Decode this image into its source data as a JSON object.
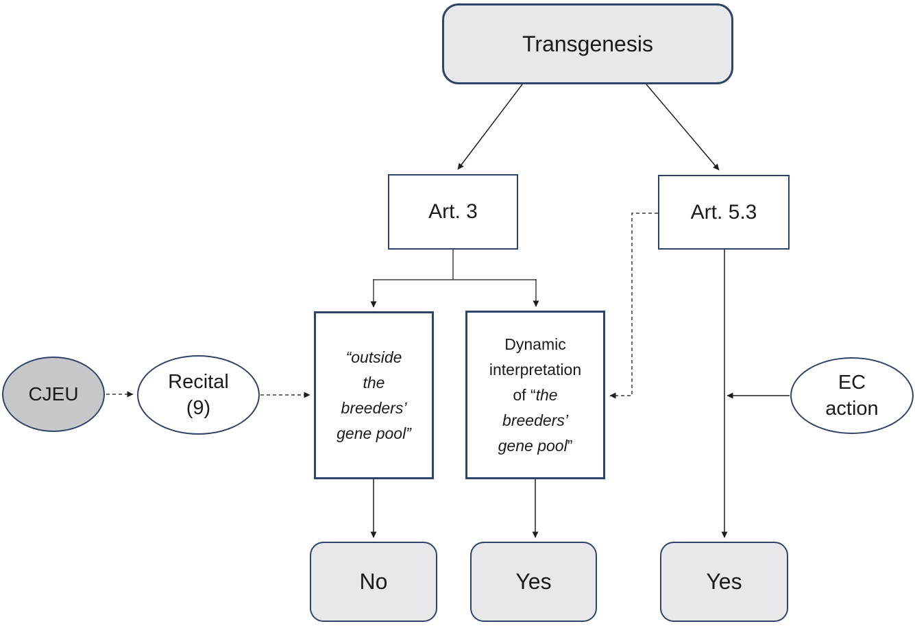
{
  "nodes": {
    "transgenesis": {
      "label": "Transgenesis"
    },
    "art3": {
      "label": "Art. 3"
    },
    "art53": {
      "label": "Art. 5.3"
    },
    "outside": {
      "lines": [
        "“outside",
        "the",
        "breeders’",
        "gene pool”"
      ]
    },
    "dynamic": {
      "line1": "Dynamic",
      "line2": "interpretation",
      "line3_prefix": "of “",
      "line3_italic": "the",
      "line4_italic": "breeders’",
      "line5_italic": "gene pool",
      "line5_suffix": "”"
    },
    "cjeu": {
      "label": "CJEU"
    },
    "recital": {
      "lines": [
        "Recital",
        "(9)"
      ]
    },
    "ec": {
      "lines": [
        "EC",
        "action"
      ]
    },
    "no": {
      "label": "No"
    },
    "yes_center": {
      "label": "Yes"
    },
    "yes_right": {
      "label": "Yes"
    }
  },
  "edges": [
    {
      "id": "transgenesis-art3",
      "from": "Transgenesis",
      "to": "Art. 3",
      "style": "solid-arrow"
    },
    {
      "id": "transgenesis-art53",
      "from": "Transgenesis",
      "to": "Art. 5.3",
      "style": "solid-arrow"
    },
    {
      "id": "art3-outside",
      "from": "Art. 3",
      "to": "“outside the breeders’ gene pool”",
      "style": "solid-arrow"
    },
    {
      "id": "art3-dynamic",
      "from": "Art. 3",
      "to": "Dynamic interpretation of “the breeders’ gene pool”",
      "style": "solid-arrow"
    },
    {
      "id": "outside-no",
      "from": "“outside the breeders’ gene pool”",
      "to": "No",
      "style": "solid-arrow"
    },
    {
      "id": "dynamic-yes",
      "from": "Dynamic interpretation of “the breeders’ gene pool”",
      "to": "Yes",
      "style": "solid-arrow"
    },
    {
      "id": "art53-yes",
      "from": "Art. 5.3",
      "to": "Yes",
      "style": "solid-arrow"
    },
    {
      "id": "cjeu-recital",
      "from": "CJEU",
      "to": "Recital (9)",
      "style": "dashed-arrow"
    },
    {
      "id": "recital-outside",
      "from": "Recital (9)",
      "to": "“outside the breeders’ gene pool”",
      "style": "dashed-arrow"
    },
    {
      "id": "art53-dynamic",
      "from": "Art. 5.3",
      "to": "Dynamic interpretation of “the breeders’ gene pool”",
      "style": "dashed-arrow"
    },
    {
      "id": "ec-art53yes",
      "from": "EC action",
      "to": "Art. 5.3 connector",
      "style": "solid-arrow"
    }
  ],
  "colors": {
    "shape_border": "#2e4369",
    "light_fill": "#e8e8ea",
    "gray_fill": "#c6c7c9",
    "line": "#1d1d1d",
    "background": "#ffffff"
  }
}
